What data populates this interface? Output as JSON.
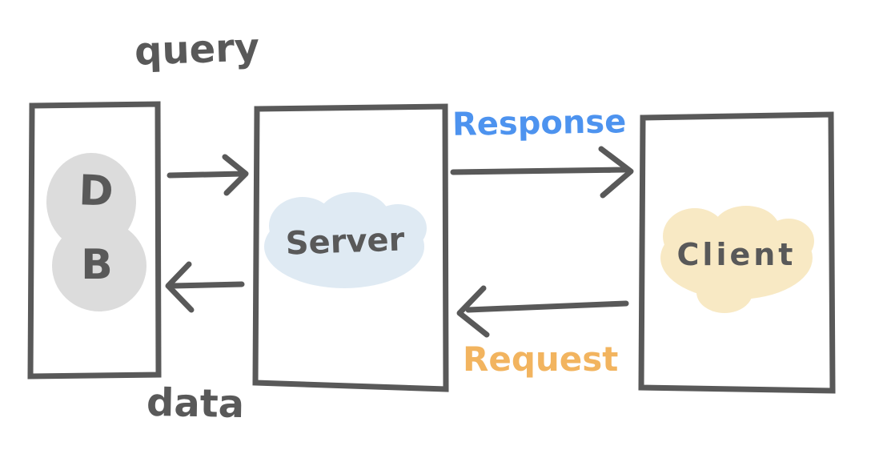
{
  "diagram": {
    "nodes": {
      "db": {
        "letter_top": "D",
        "letter_bottom": "B"
      },
      "server": {
        "label": "Server"
      },
      "client": {
        "label": "Client"
      }
    },
    "edges": {
      "query": {
        "label": "query",
        "from": "db",
        "to": "server"
      },
      "data": {
        "label": "data",
        "from": "server",
        "to": "db"
      },
      "response": {
        "label": "Response",
        "from": "server",
        "to": "client"
      },
      "request": {
        "label": "Request",
        "from": "client",
        "to": "server"
      }
    },
    "colors": {
      "ink": "#595959",
      "db_blob": "#dcdcdc",
      "server_blob": "#dfeaf3",
      "client_blob": "#f8e9c4",
      "response_text": "#4d93ef",
      "request_text": "#f2b45f",
      "background": "#ffffff"
    }
  }
}
